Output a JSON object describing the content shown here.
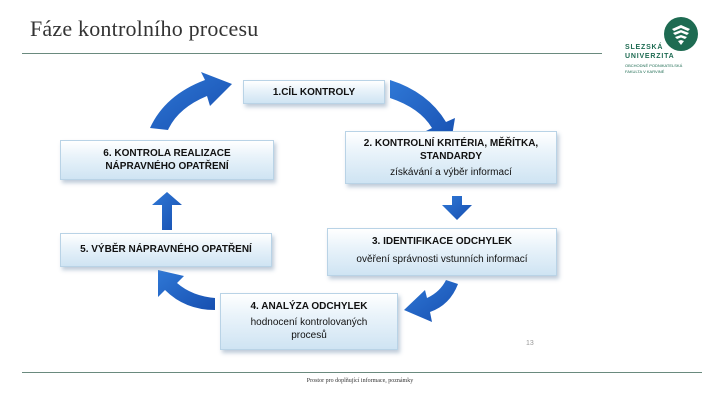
{
  "title": "Fáze kontrolního procesu",
  "logo": {
    "line1": "SLEZSKÁ",
    "line2": "UNIVERZITA",
    "line3": "OBCHODNĚ PODNIKATELSKÁ",
    "line4": "FAKULTA V KARVINÉ"
  },
  "steps": {
    "s1": {
      "title": "1.CÍL KONTROLY"
    },
    "s2": {
      "title": "2. KONTROLNÍ KRITÉRIA, MĚŘÍTKA,",
      "title2": "STANDARDY",
      "sub": "získávání a výběr informací"
    },
    "s3": {
      "title": "3. IDENTIFIKACE ODCHYLEK",
      "sub": "ověření správnosti vstunních informací"
    },
    "s4": {
      "title": "4. ANALÝZA ODCHYLEK",
      "sub": "hodnocení kontrolovaných",
      "sub2": "procesů"
    },
    "s5": {
      "title": "5. VÝBĚR NÁPRAVNÉHO OPATŘENÍ"
    },
    "s6": {
      "title": "6. KONTROLA REALIZACE",
      "title2": "NÁPRAVNÉHO OPATŘENÍ"
    }
  },
  "page_number": "13",
  "footer": "Prostor pro doplňující informace, poznámky",
  "colors": {
    "arrow": "#1f5fc4",
    "accent": "#1e6b52"
  }
}
